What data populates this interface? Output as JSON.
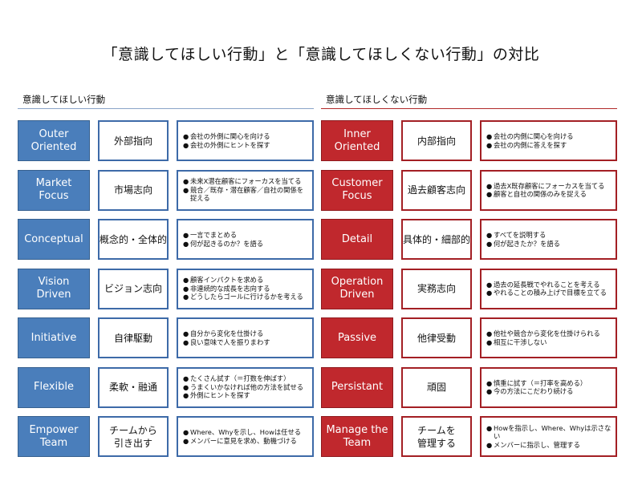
{
  "title": "「意識してほしい行動」と「意識してほしくない行動」の対比",
  "left": {
    "heading": "意識してほしい行動",
    "rows": [
      {
        "label": "Outer\nOriented",
        "term": "外部指向",
        "bullets": [
          "会社の外側に関心を向ける",
          "会社の外側にヒントを探す"
        ]
      },
      {
        "label": "Market\nFocus",
        "term": "市場志向",
        "bullets": [
          "未来X潜在顧客にフォーカスを当てる",
          "競合／既存・潜在顧客／自社の関係を捉える"
        ]
      },
      {
        "label": "Conceptual",
        "term": "概念的・全体的",
        "bullets": [
          "一言でまとめる",
          "何が起きるのか？を語る"
        ]
      },
      {
        "label": "Vision\nDriven",
        "term": "ビジョン志向",
        "bullets": [
          "顧客インパクトを求める",
          "非連続的な成長を志向する",
          "どうしたらゴールに行けるかを考える"
        ]
      },
      {
        "label": "Initiative",
        "term": "自律駆動",
        "bullets": [
          "自分から変化を仕掛ける",
          "良い意味で人を振りまわす"
        ]
      },
      {
        "label": "Flexible",
        "term": "柔軟・融通",
        "bullets": [
          "たくさん試す（＝打数を伸ばす）",
          "うまくいかなければ他の方法を試せる",
          "外側にヒントを探す"
        ]
      },
      {
        "label": "Empower\nTeam",
        "term": "チームから\n引き出す",
        "bullets": [
          "Where、Whyを示し、Howは任せる",
          "メンバーに意見を求め、動機づける"
        ]
      }
    ]
  },
  "right": {
    "heading": "意識してほしくない行動",
    "rows": [
      {
        "label": "Inner\nOriented",
        "term": "内部指向",
        "bullets": [
          "会社の内側に関心を向ける",
          "会社の内側に答えを探す"
        ]
      },
      {
        "label": "Customer\nFocus",
        "term": "過去顧客志向",
        "bullets": [
          "過去X既存顧客にフォーカスを当てる",
          "顧客と自社の関係のみを捉える"
        ]
      },
      {
        "label": "Detail",
        "term": "具体的・細部的",
        "bullets": [
          "すべてを説明する",
          "何が起きたか？を語る"
        ]
      },
      {
        "label": "Operation\nDriven",
        "term": "実務志向",
        "bullets": [
          "過去の延長戦でやれることを考える",
          "やれることの積み上げで目標を立てる"
        ]
      },
      {
        "label": "Passive",
        "term": "他律受動",
        "bullets": [
          "他社や競合から変化を仕掛けられる",
          "相互に干渉しない"
        ]
      },
      {
        "label": "Persistant",
        "term": "頑固",
        "bullets": [
          "慎重に試す（＝打率を高める）",
          "今の方法にこだわり続ける"
        ]
      },
      {
        "label": "Manage the\nTeam",
        "term": "チームを\n管理する",
        "bullets": [
          "Howを指示し、Where、Whyは示さない",
          "メンバーに指示し、管理する"
        ]
      }
    ]
  }
}
